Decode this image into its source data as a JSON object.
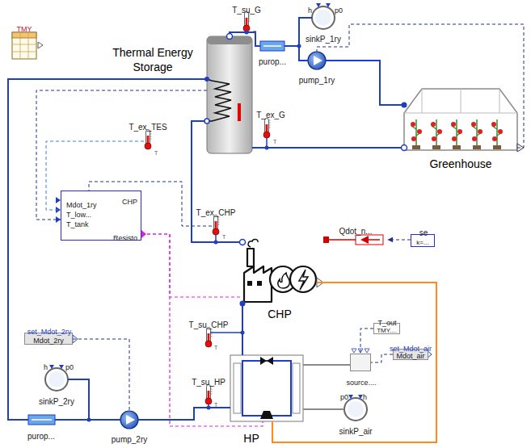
{
  "diagram": {
    "nodes": [
      {
        "text": [
          "TMY"
        ]
      },
      {
        "text": [
          "T_su_G",
          "T"
        ]
      },
      {
        "text": [
          "h",
          "p0",
          "sinkP_1ry"
        ]
      },
      {
        "text": [
          "Thermal Energy Storage"
        ]
      },
      {
        "text": [
          "purop..."
        ]
      },
      {
        "text": [
          "pump_1ry"
        ]
      },
      {
        "text": [
          "Greenhouse"
        ]
      },
      {
        "text": [
          "T_ex_TES",
          "T"
        ]
      },
      {
        "text": [
          "T_ex_G",
          "T"
        ]
      },
      {
        "text": [
          "CHP",
          "Mdot_1ry",
          "T_low...",
          "T_tank",
          "Resisto"
        ]
      },
      {
        "text": [
          "T_ex_CHP",
          "T"
        ]
      },
      {
        "text": [
          "Qdot_n..."
        ]
      },
      {
        "text": [
          "se",
          "k=..."
        ]
      },
      {
        "text": [
          "T_su_CHP",
          "T"
        ]
      },
      {
        "text": [
          "CHP"
        ]
      },
      {
        "text": [
          "set_Mdot_2ry",
          "Mdot_2ry"
        ]
      },
      {
        "text": [
          "T_out",
          "TMY...."
        ]
      },
      {
        "text": [
          "set_Mdot_air",
          "Mdot_air"
        ]
      },
      {
        "text": [
          "h",
          "p0",
          "sinkP_2ry"
        ]
      },
      {
        "text": [
          "source...."
        ]
      },
      {
        "text": [
          "T_su_HP",
          "T"
        ]
      },
      {
        "text": [
          "p0",
          "h",
          "sinkP_air"
        ]
      },
      {
        "text": [
          "HP"
        ]
      },
      {
        "text": [
          "purop..."
        ]
      },
      {
        "text": [
          "pump_2ry"
        ]
      }
    ],
    "edges": [
      {
        "from": 3,
        "to": 4,
        "arrow": "none"
      },
      {
        "from": 4,
        "to": 5,
        "arrow": "none"
      },
      {
        "from": 2,
        "to": 5,
        "arrow": "none"
      },
      {
        "from": 5,
        "to": 6,
        "arrow": "none"
      },
      {
        "from": 6,
        "to": 3,
        "arrow": "none"
      },
      {
        "from": 6,
        "to": 5,
        "arrow": "none"
      },
      {
        "from": 3,
        "to": 9,
        "arrow": "none"
      },
      {
        "from": 7,
        "to": 9,
        "arrow": "none"
      },
      {
        "from": 10,
        "to": 9,
        "arrow": "none"
      },
      {
        "from": 9,
        "to": 14,
        "arrow": "none"
      },
      {
        "from": 9,
        "to": 22,
        "arrow": "none"
      },
      {
        "from": 14,
        "to": 3,
        "arrow": "none"
      },
      {
        "from": 3,
        "to": 23,
        "arrow": "none"
      },
      {
        "from": 23,
        "to": 24,
        "arrow": "none"
      },
      {
        "from": 18,
        "to": 24,
        "arrow": "none"
      },
      {
        "from": 15,
        "to": 24,
        "arrow": "none"
      },
      {
        "from": 24,
        "to": 22,
        "arrow": "none"
      },
      {
        "from": 22,
        "to": 14,
        "arrow": "none"
      },
      {
        "from": 14,
        "to": 22,
        "arrow": "none"
      },
      {
        "from": 19,
        "to": 22,
        "arrow": "none"
      },
      {
        "from": 22,
        "to": 21,
        "arrow": "none"
      },
      {
        "from": 16,
        "to": 19,
        "arrow": "none"
      },
      {
        "from": 17,
        "to": 19,
        "arrow": "none"
      },
      {
        "from": 12,
        "to": 11,
        "arrow": "to"
      }
    ]
  }
}
